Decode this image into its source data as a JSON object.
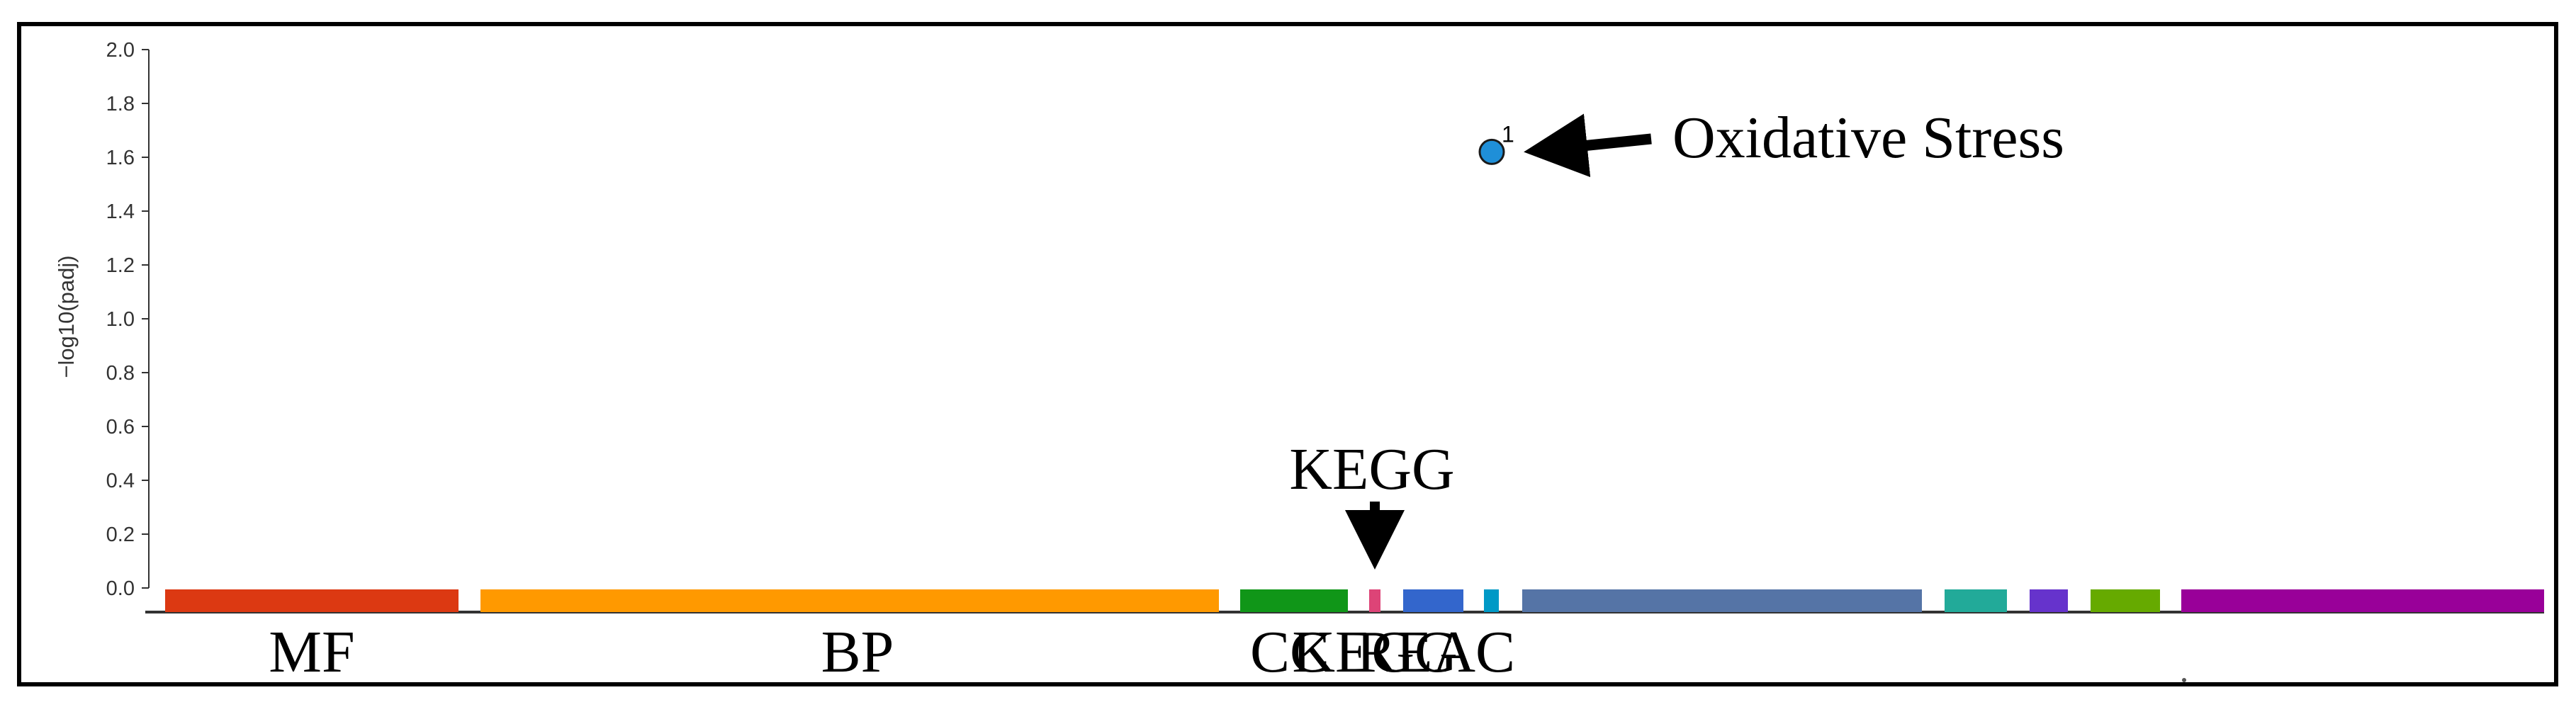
{
  "chart_data": {
    "type": "scatter",
    "ylabel": "−log10(padj)",
    "ylim": [
      0,
      2.0
    ],
    "y_ticks": [
      "0.0",
      "0.2",
      "0.4",
      "0.6",
      "0.8",
      "1.0",
      "1.2",
      "1.4",
      "1.6",
      "1.8",
      "2.0"
    ],
    "sources": [
      {
        "id": "MF",
        "label": "MF",
        "color": "#dc3912"
      },
      {
        "id": "BP",
        "label": "BP",
        "color": "#ff9900"
      },
      {
        "id": "CC",
        "label": "CC",
        "color": "#109618"
      },
      {
        "id": "KEGG",
        "label": "KEGG",
        "color": "#dd4477"
      },
      {
        "id": "REAC",
        "label": "REAC",
        "color": "#3366cc"
      },
      {
        "id": "WP",
        "label": "",
        "color": "#0099c6"
      },
      {
        "id": "TF",
        "label": "",
        "color": "#5574a6"
      },
      {
        "id": "MIRNA",
        "label": "",
        "color": "#22aa99"
      },
      {
        "id": "HPA",
        "label": "",
        "color": "#6633cc"
      },
      {
        "id": "CORUM",
        "label": "",
        "color": "#66aa00"
      },
      {
        "id": "HP",
        "label": "",
        "color": "#990099"
      }
    ],
    "points": [
      {
        "label": "1",
        "source": "WP",
        "y": 1.62,
        "color": "#1f8fd8"
      }
    ],
    "annotations": [
      {
        "text": "Oxidative Stress",
        "target": "point-1"
      },
      {
        "text": "KEGG",
        "target": "KEGG"
      }
    ],
    "grid": false
  }
}
